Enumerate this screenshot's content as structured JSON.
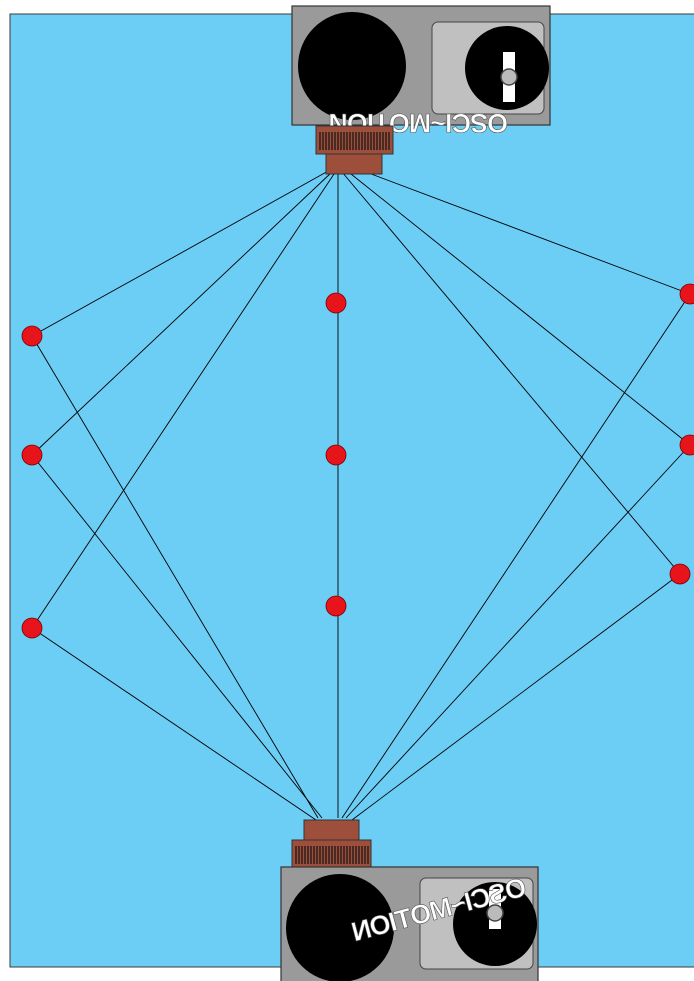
{
  "diagram": {
    "background_color": "#6ccdf5",
    "string_color": "#000000",
    "node_color": "#e8141c",
    "connector_color": "#9e4f3c",
    "device_body_color": "#9a9a9a",
    "disc_color": "#000000",
    "device_top": {
      "name": "top oscillator unit",
      "logo_text": "OSCI~MOTION",
      "logo_orientation": "rotated 180 degrees"
    },
    "device_bottom": {
      "name": "bottom oscillator unit",
      "logo_text": "OSCI~MOTION",
      "logo_orientation": "mirrored"
    },
    "node_groups": [
      {
        "name": "left column",
        "count": 3
      },
      {
        "name": "center column",
        "count": 3
      },
      {
        "name": "right column",
        "count": 3
      }
    ]
  }
}
